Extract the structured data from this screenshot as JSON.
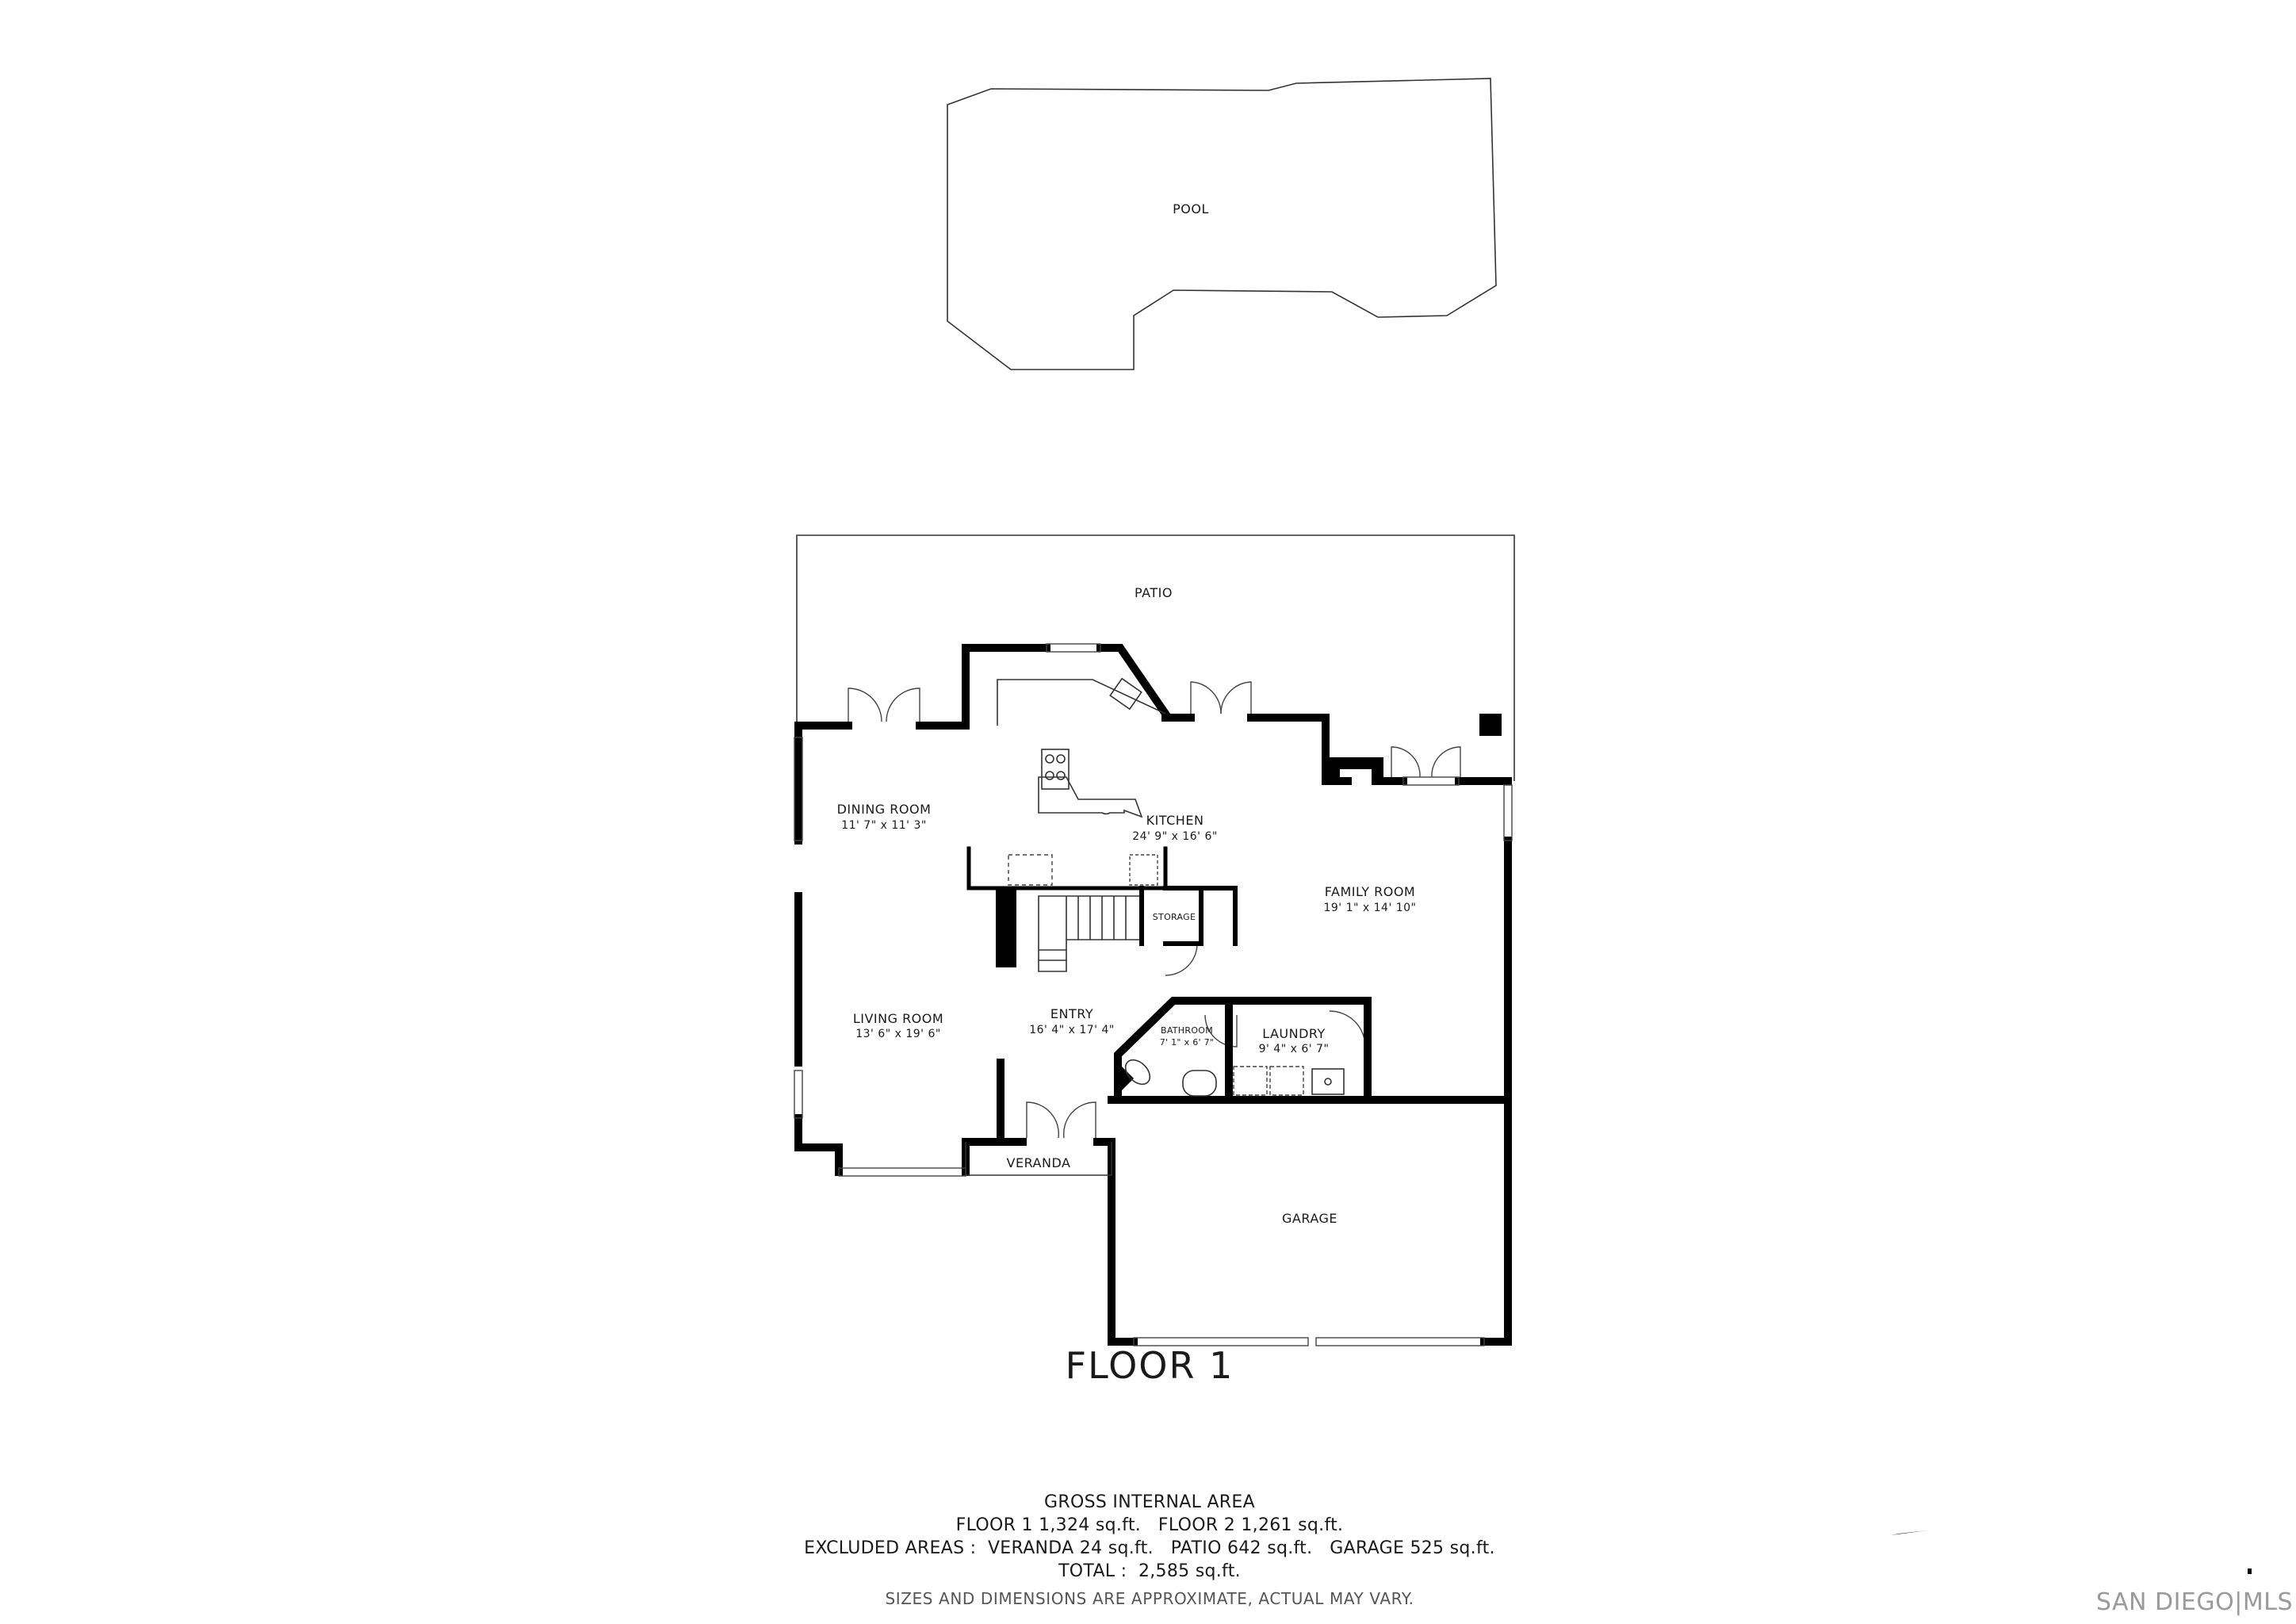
{
  "floor_title": "FLOOR 1",
  "rooms": {
    "pool": "POOL",
    "patio": "PATIO",
    "dining": {
      "name": "DINING ROOM",
      "dims": "11' 7\" x 11' 3\""
    },
    "kitchen": {
      "name": "KITCHEN",
      "dims": "24' 9\" x 16' 6\""
    },
    "family": {
      "name": "FAMILY ROOM",
      "dims": "19' 1\" x 14' 10\""
    },
    "storage": "STORAGE",
    "living": {
      "name": "LIVING ROOM",
      "dims": "13' 6\" x 19' 6\""
    },
    "entry": {
      "name": "ENTRY",
      "dims": "16' 4\" x 17' 4\""
    },
    "bathroom": {
      "name": "BATHROOM",
      "dims": "7' 1\" x 6' 7\""
    },
    "laundry": {
      "name": "LAUNDRY",
      "dims": "9' 4\" x 6' 7\""
    },
    "veranda": "VERANDA",
    "garage": "GARAGE"
  },
  "summary": {
    "heading": "GROSS INTERNAL AREA",
    "floors_line": "FLOOR 1 1,324 sq.ft.   FLOOR 2 1,261 sq.ft.",
    "excluded_line": "EXCLUDED AREAS :  VERANDA 24 sq.ft.   PATIO 642 sq.ft.   GARAGE 525 sq.ft.",
    "total_line": "TOTAL :  2,585 sq.ft.",
    "disclaimer": "SIZES AND DIMENSIONS ARE APPROXIMATE, ACTUAL MAY VARY."
  },
  "watermark": "SAN DIEGO|MLS",
  "colors": {
    "wall": "#000000",
    "outline": "#333333",
    "text": "#1a1a1a",
    "watermark": "#9a9a9a"
  }
}
